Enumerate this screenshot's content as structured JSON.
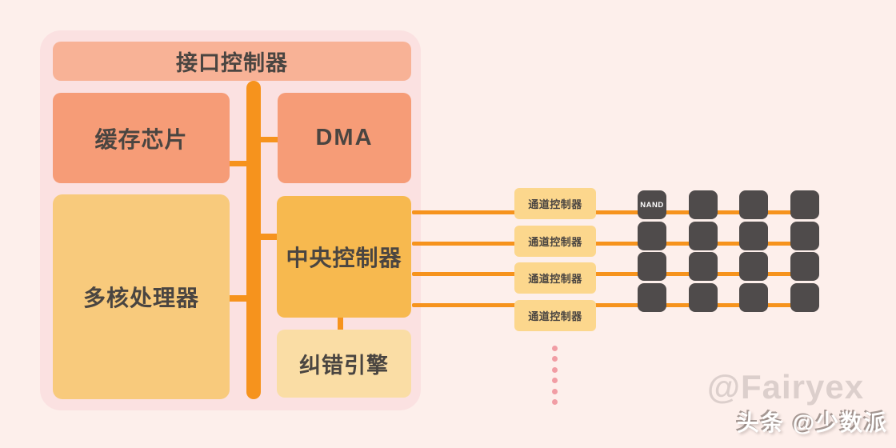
{
  "diagram": {
    "blocks": {
      "interface": "接口控制器",
      "cache": "缓存芯片",
      "dma": "DMA",
      "multicore": "多核处理器",
      "central": "中央控制器",
      "ecc": "纠错引擎"
    },
    "channel_labels": [
      "通道控制器",
      "通道控制器",
      "通道控制器",
      "通道控制器"
    ],
    "nand_label": "NAND",
    "nand_grid": {
      "rows": 4,
      "cols": 4
    }
  },
  "watermarks": {
    "author": "@Fairyex",
    "platform": "头条 @少数派"
  },
  "colors": {
    "page_background": "#fdefeb",
    "panel_background": "#fbe1e1",
    "interface_box": "#f8b296",
    "cache_dma_box": "#f69c77",
    "multicore_box": "#f8ca7c",
    "central_box": "#f7b94f",
    "ecc_box": "#fadda5",
    "channel_box": "#fcd78d",
    "bus_orange": "#f6931d",
    "nand_chip": "#4f4b4b",
    "label_text": "#4a4541",
    "dots_pink": "#f19da4"
  }
}
